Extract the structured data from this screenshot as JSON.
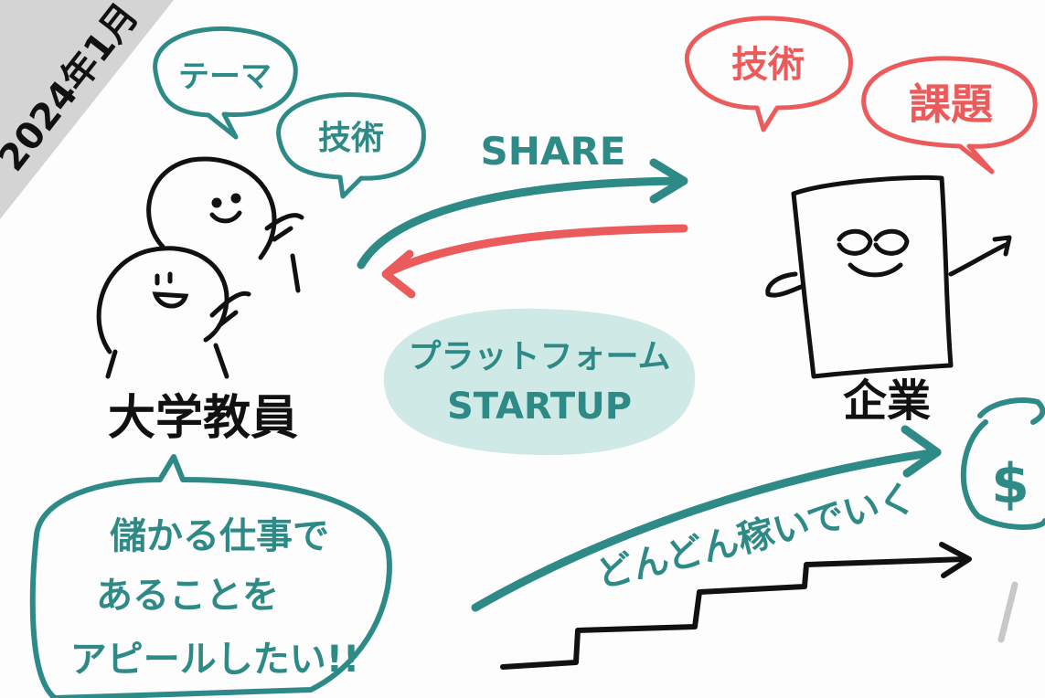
{
  "date_banner": "2024年1月",
  "left": {
    "bubble_theme": "テーマ",
    "bubble_tech": "技術",
    "label": "大学教員"
  },
  "right": {
    "bubble_tech": "技術",
    "bubble_issue": "課題",
    "label": "企業"
  },
  "center": {
    "share_label": "SHARE",
    "platform_line1": "プラットフォーム",
    "platform_line2": "STARTUP"
  },
  "speech": {
    "line1": "儲かる仕事で",
    "line2": "あることを",
    "line3": "アピールしたい!!"
  },
  "growth": {
    "label": "どんどん稼いでいく",
    "money_symbol": "$"
  },
  "colors": {
    "teal": "#2e8a87",
    "red": "#ec5b5b",
    "platform_fill": "#cfe9e6",
    "ink": "#111111",
    "banner_gray": "#d4d4d4"
  }
}
